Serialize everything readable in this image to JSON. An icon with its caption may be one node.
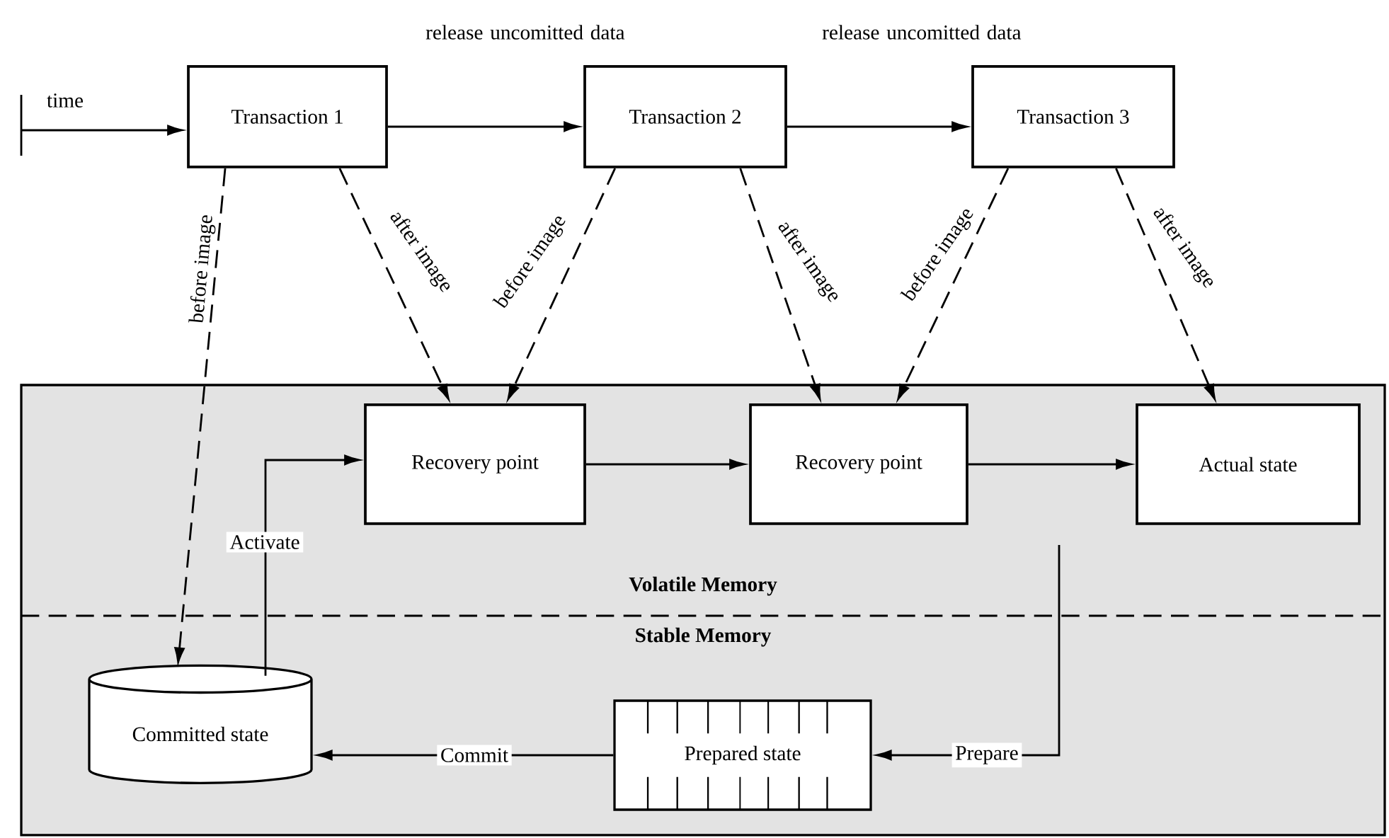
{
  "diagram": {
    "nodes": [
      {
        "text": [
          "Transaction 1"
        ]
      },
      {
        "text": [
          "Transaction 2"
        ]
      },
      {
        "text": [
          "Transaction 3"
        ]
      },
      {
        "text": [
          "Volatile Memory"
        ]
      },
      {
        "text": [
          "Recovery point"
        ],
        "in": 3
      },
      {
        "text": [
          "Recovery point"
        ],
        "in": 3
      },
      {
        "text": [
          "Actual state"
        ],
        "in": 3
      },
      {
        "text": [
          "Stable Memory"
        ]
      },
      {
        "text": [
          "Committed state"
        ],
        "in": 7
      },
      {
        "text": [
          "Prepared state"
        ],
        "in": 7
      }
    ],
    "edges": [
      {
        "from": null,
        "to": 0,
        "arrow": "to",
        "label": "time"
      },
      {
        "from": 0,
        "to": 1,
        "arrow": "to",
        "label": "release uncomitted data"
      },
      {
        "from": 1,
        "to": 2,
        "arrow": "to",
        "label": "release uncomitted data"
      },
      {
        "from": 0,
        "to": 8,
        "arrow": "to",
        "label": "before image",
        "style": "dashed"
      },
      {
        "from": 0,
        "to": 4,
        "arrow": "to",
        "label": "after image",
        "style": "dashed"
      },
      {
        "from": 1,
        "to": 4,
        "arrow": "to",
        "label": "before image",
        "style": "dashed"
      },
      {
        "from": 1,
        "to": 5,
        "arrow": "to",
        "label": "after image",
        "style": "dashed"
      },
      {
        "from": 2,
        "to": 5,
        "arrow": "to",
        "label": "before image",
        "style": "dashed"
      },
      {
        "from": 2,
        "to": 6,
        "arrow": "to",
        "label": "after image",
        "style": "dashed"
      },
      {
        "from": 4,
        "to": 5,
        "arrow": "to"
      },
      {
        "from": 5,
        "to": 6,
        "arrow": "to"
      },
      {
        "from": 8,
        "to": 4,
        "arrow": "to",
        "label": "Activate"
      },
      {
        "from": 9,
        "to": 8,
        "arrow": "to",
        "label": "Commit"
      },
      {
        "from": null,
        "to": 9,
        "arrow": "to",
        "label": "Prepare"
      }
    ]
  }
}
